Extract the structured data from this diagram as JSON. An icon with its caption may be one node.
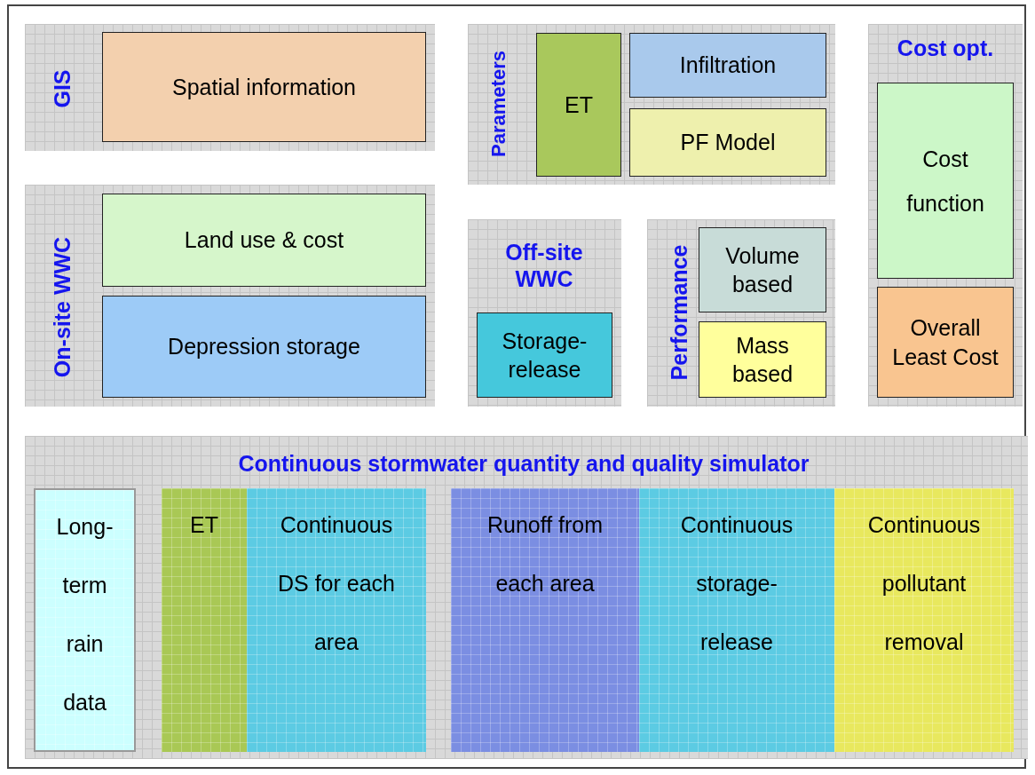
{
  "diagram": {
    "nodes": [
      {
        "text": [
          "GIS"
        ]
      },
      {
        "text": [
          "Spatial information"
        ],
        "in": 0
      },
      {
        "text": [
          "Parameters"
        ]
      },
      {
        "text": [
          "ET"
        ],
        "in": 2
      },
      {
        "text": [
          "Infiltration"
        ],
        "in": 2
      },
      {
        "text": [
          "PF Model"
        ],
        "in": 2
      },
      {
        "text": [
          "Cost opt."
        ]
      },
      {
        "text": [
          "Cost function"
        ],
        "in": 6
      },
      {
        "text": [
          "Overall Least Cost"
        ],
        "in": 6
      },
      {
        "text": [
          "On-site WWC"
        ]
      },
      {
        "text": [
          "Land use & cost"
        ],
        "in": 9
      },
      {
        "text": [
          "Depression storage"
        ],
        "in": 9
      },
      {
        "text": [
          "Off-site WWC"
        ]
      },
      {
        "text": [
          "Storage-release"
        ],
        "in": 12
      },
      {
        "text": [
          "Performance"
        ]
      },
      {
        "text": [
          "Volume based"
        ],
        "in": 14
      },
      {
        "text": [
          "Mass based"
        ],
        "in": 14
      },
      {
        "text": [
          "Continuous stormwater quantity and quality simulator"
        ]
      },
      {
        "text": [
          "Long-term rain data"
        ],
        "in": 17
      },
      {
        "text": [
          "ET"
        ],
        "in": 17
      },
      {
        "text": [
          "Continuous DS for each area"
        ],
        "in": 17
      },
      {
        "text": [
          "Runoff from each area"
        ],
        "in": 17
      },
      {
        "text": [
          "Continuous storage-release"
        ],
        "in": 17
      },
      {
        "text": [
          "Continuous pollutant removal"
        ],
        "in": 17
      }
    ],
    "edges": []
  }
}
